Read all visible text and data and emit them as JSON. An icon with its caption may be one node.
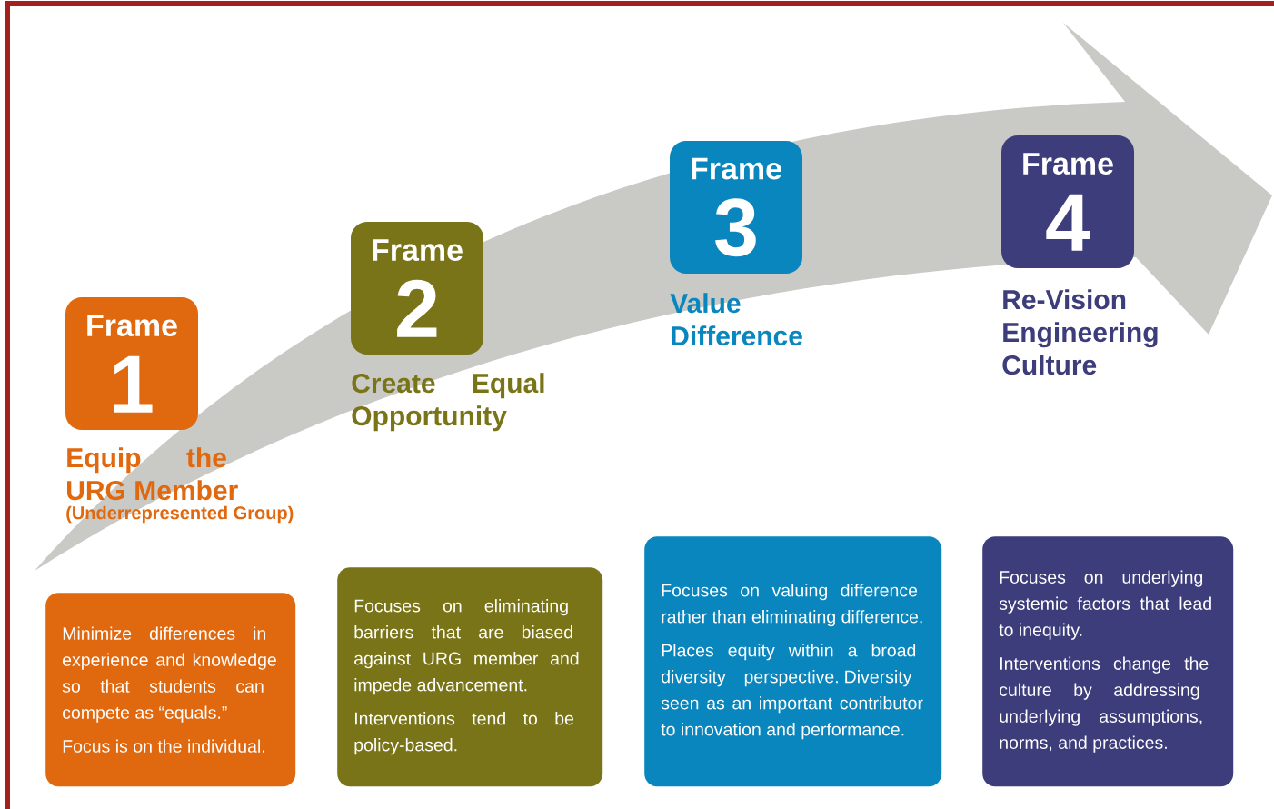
{
  "diagram": {
    "nodes": [
      {
        "text": [
          "Frame",
          "1"
        ],
        "beside": [
          "Equip the URG Member",
          "(Underrepresented Group)"
        ]
      },
      {
        "text": [
          "Minimize differences in experience and knowledge so that students can compete as “equals.”",
          "Focus is on the individual."
        ]
      },
      {
        "text": [
          "Frame",
          "2"
        ],
        "beside": [
          "Create Equal Opportunity"
        ]
      },
      {
        "text": [
          "Focuses on eliminating barriers that are biased against URG member and impede advancement.",
          "Interventions tend to be policy-based."
        ]
      },
      {
        "text": [
          "Frame",
          "3"
        ],
        "beside": [
          "Value Difference"
        ]
      },
      {
        "text": [
          "Focuses on valuing difference rather than eliminating difference.",
          "Places equity within a broad diversity perspective. Diversity seen as an important contributor to innovation and performance."
        ]
      },
      {
        "text": [
          "Frame",
          "4"
        ],
        "beside": [
          "Re-Vision Engineering Culture"
        ]
      },
      {
        "text": [
          "Focuses on underlying systemic factors that lead to inequity.",
          "Interventions change the culture by addressing underlying assumptions, norms, and practices."
        ]
      }
    ]
  }
}
